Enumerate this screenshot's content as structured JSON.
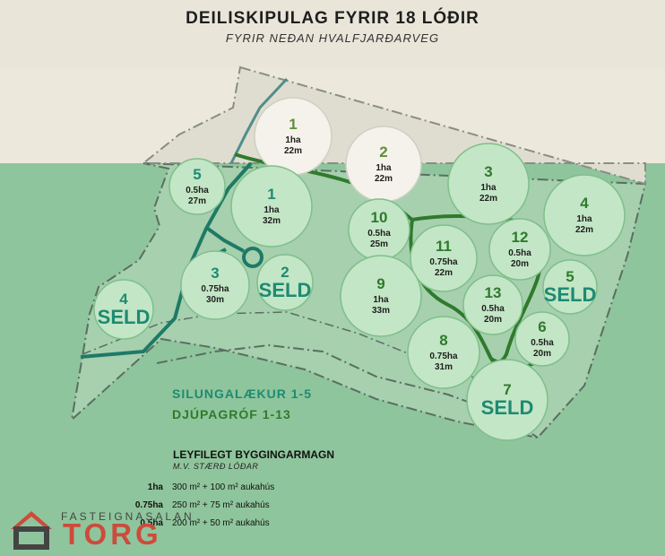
{
  "title": "DEILISKIPULAG FYRIR 18 LÓÐIR",
  "subtitle": "FYRIR NEÐAN HVALFJARÐARVEG",
  "legend": {
    "silungalaekur": "SILUNGALÆKUR 1-5",
    "djupagrof": "DJÚPAGRÓF 1-13"
  },
  "colors": {
    "silungalaekur": "#1e8a72",
    "djupagrof": "#2f7a2c",
    "plot_fill": "#c3e6c6",
    "sold_text": "#1e8a72",
    "land_top": "#e9e5d9",
    "land": "#8fc59c",
    "brand": "#cc4b3c"
  },
  "plots": [
    {
      "num": "1",
      "size": "1ha",
      "dist": "22m",
      "group": "faded"
    },
    {
      "num": "2",
      "size": "1ha",
      "dist": "22m",
      "group": "faded"
    },
    {
      "num": "5",
      "size": "0.5ha",
      "dist": "27m",
      "group": "silungalaekur"
    },
    {
      "num": "1",
      "size": "1ha",
      "dist": "32m",
      "group": "silungalaekur"
    },
    {
      "num": "3",
      "size": "0.75ha",
      "dist": "30m",
      "group": "silungalaekur"
    },
    {
      "num": "2",
      "sold": "SELD",
      "group": "silungalaekur"
    },
    {
      "num": "4",
      "sold": "SELD",
      "group": "silungalaekur"
    },
    {
      "num": "3",
      "size": "1ha",
      "dist": "22m",
      "group": "djupagrof"
    },
    {
      "num": "4",
      "size": "1ha",
      "dist": "22m",
      "group": "djupagrof"
    },
    {
      "num": "10",
      "size": "0.5ha",
      "dist": "25m",
      "group": "djupagrof"
    },
    {
      "num": "11",
      "size": "0.75ha",
      "dist": "22m",
      "group": "djupagrof"
    },
    {
      "num": "12",
      "size": "0.5ha",
      "dist": "20m",
      "group": "djupagrof"
    },
    {
      "num": "5",
      "sold": "SELD",
      "group": "djupagrof"
    },
    {
      "num": "9",
      "size": "1ha",
      "dist": "33m",
      "group": "djupagrof"
    },
    {
      "num": "13",
      "size": "0.5ha",
      "dist": "20m",
      "group": "djupagrof"
    },
    {
      "num": "6",
      "size": "0.5ha",
      "dist": "20m",
      "group": "djupagrof"
    },
    {
      "num": "8",
      "size": "0.75ha",
      "dist": "31m",
      "group": "djupagrof"
    },
    {
      "num": "7",
      "sold": "SELD",
      "group": "djupagrof"
    }
  ],
  "building_allowance": {
    "title": "LEYFILEGT BYGGINGARMAGN",
    "subtitle": "M.V. STÆRÐ LÓÐAR",
    "rows": [
      {
        "size": "1ha",
        "text": "300 m² + 100 m² aukahús"
      },
      {
        "size": "0.75ha",
        "text": "250 m² + 75 m² aukahús"
      },
      {
        "size": "0.5ha",
        "text": "200 m² + 50 m² aukahús"
      }
    ]
  },
  "brand": {
    "top": "FASTEIGNASALAN",
    "name": "TORG"
  }
}
